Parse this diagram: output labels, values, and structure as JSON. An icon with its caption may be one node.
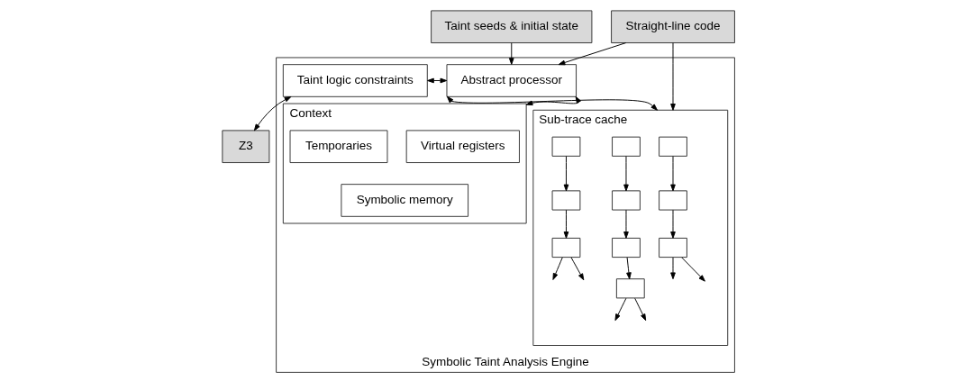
{
  "diagram": {
    "nodes": [
      {
        "text": [
          "Symbolic Taint Analysis Engine"
        ]
      },
      {
        "text": [
          "Taint seeds & initial state"
        ]
      },
      {
        "text": [
          "Straight-line code"
        ]
      },
      {
        "text": [
          "Abstract processor"
        ],
        "in": 0
      },
      {
        "text": [
          "Taint logic constraints"
        ],
        "in": 0
      },
      {
        "text": [
          "Z3"
        ]
      },
      {
        "text": [
          "Sub-trace cache"
        ],
        "in": 0
      },
      {
        "text": [
          "Context"
        ],
        "in": 0
      },
      {
        "text": [
          "Virtual registers"
        ],
        "in": 7
      },
      {
        "text": [
          "Temporaries"
        ],
        "in": 7
      },
      {
        "text": [
          "Symbolic memory"
        ],
        "in": 7
      },
      {
        "text": [],
        "shape": "box",
        "in": 6
      },
      {
        "text": [],
        "shape": "box",
        "in": 6
      },
      {
        "text": [],
        "shape": "box",
        "in": 6
      },
      {
        "text": [],
        "shape": "box",
        "in": 6
      },
      {
        "text": [],
        "shape": "box",
        "in": 6
      },
      {
        "text": [],
        "shape": "box",
        "in": 6
      },
      {
        "text": [],
        "shape": "box",
        "in": 6
      },
      {
        "text": [],
        "shape": "box",
        "in": 6
      },
      {
        "text": [],
        "shape": "box",
        "in": 6
      },
      {
        "text": [],
        "shape": "box",
        "in": 6
      }
    ],
    "edges": [
      {
        "from": 1,
        "to": 3,
        "arrow": "to"
      },
      {
        "from": 2,
        "to": 3,
        "arrow": "to"
      },
      {
        "from": 2,
        "to": 6,
        "arrow": "to"
      },
      {
        "from": 3,
        "to": 4,
        "arrow": "both"
      },
      {
        "from": 4,
        "to": 5,
        "arrow": "both"
      },
      {
        "from": 3,
        "to": 6,
        "arrow": "both"
      },
      {
        "from": 3,
        "to": 7,
        "arrow": "both"
      },
      {
        "from": 11,
        "to": 12,
        "arrow": "to"
      },
      {
        "from": 12,
        "to": 13,
        "arrow": "to"
      },
      {
        "from": 13,
        "to": null,
        "arrow": "to"
      },
      {
        "from": 13,
        "to": null,
        "arrow": "to"
      },
      {
        "from": 14,
        "to": 15,
        "arrow": "to"
      },
      {
        "from": 15,
        "to": 16,
        "arrow": "to"
      },
      {
        "from": 16,
        "to": 17,
        "arrow": "to"
      },
      {
        "from": 17,
        "to": null,
        "arrow": "to"
      },
      {
        "from": 17,
        "to": null,
        "arrow": "to"
      },
      {
        "from": 18,
        "to": 19,
        "arrow": "to"
      },
      {
        "from": 19,
        "to": 20,
        "arrow": "to"
      },
      {
        "from": 20,
        "to": null,
        "arrow": "to"
      },
      {
        "from": 20,
        "to": null,
        "arrow": "to"
      }
    ]
  }
}
